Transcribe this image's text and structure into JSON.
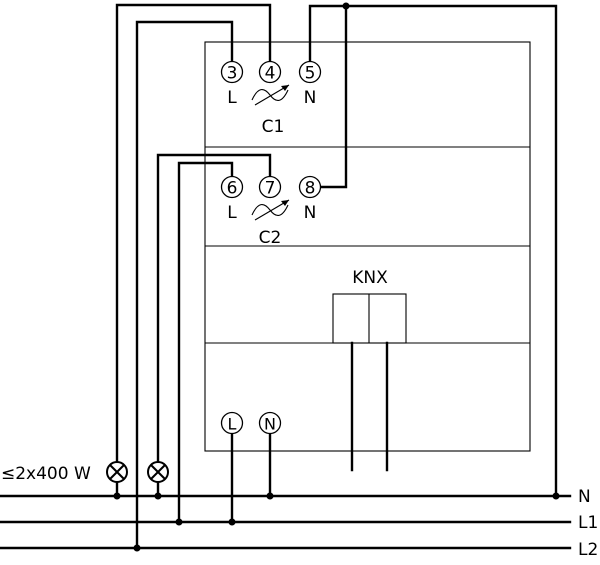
{
  "channel1": {
    "terminals": [
      "3",
      "4",
      "5"
    ],
    "labels": [
      "L",
      "N"
    ],
    "name": "C1"
  },
  "channel2": {
    "terminals": [
      "6",
      "7",
      "8"
    ],
    "labels": [
      "L",
      "N"
    ],
    "name": "C2"
  },
  "knx": {
    "label": "KNX"
  },
  "supply_terminals": [
    "L",
    "N"
  ],
  "load_rating": "≤2x400 W",
  "lines": [
    "N",
    "L1",
    "L2"
  ]
}
